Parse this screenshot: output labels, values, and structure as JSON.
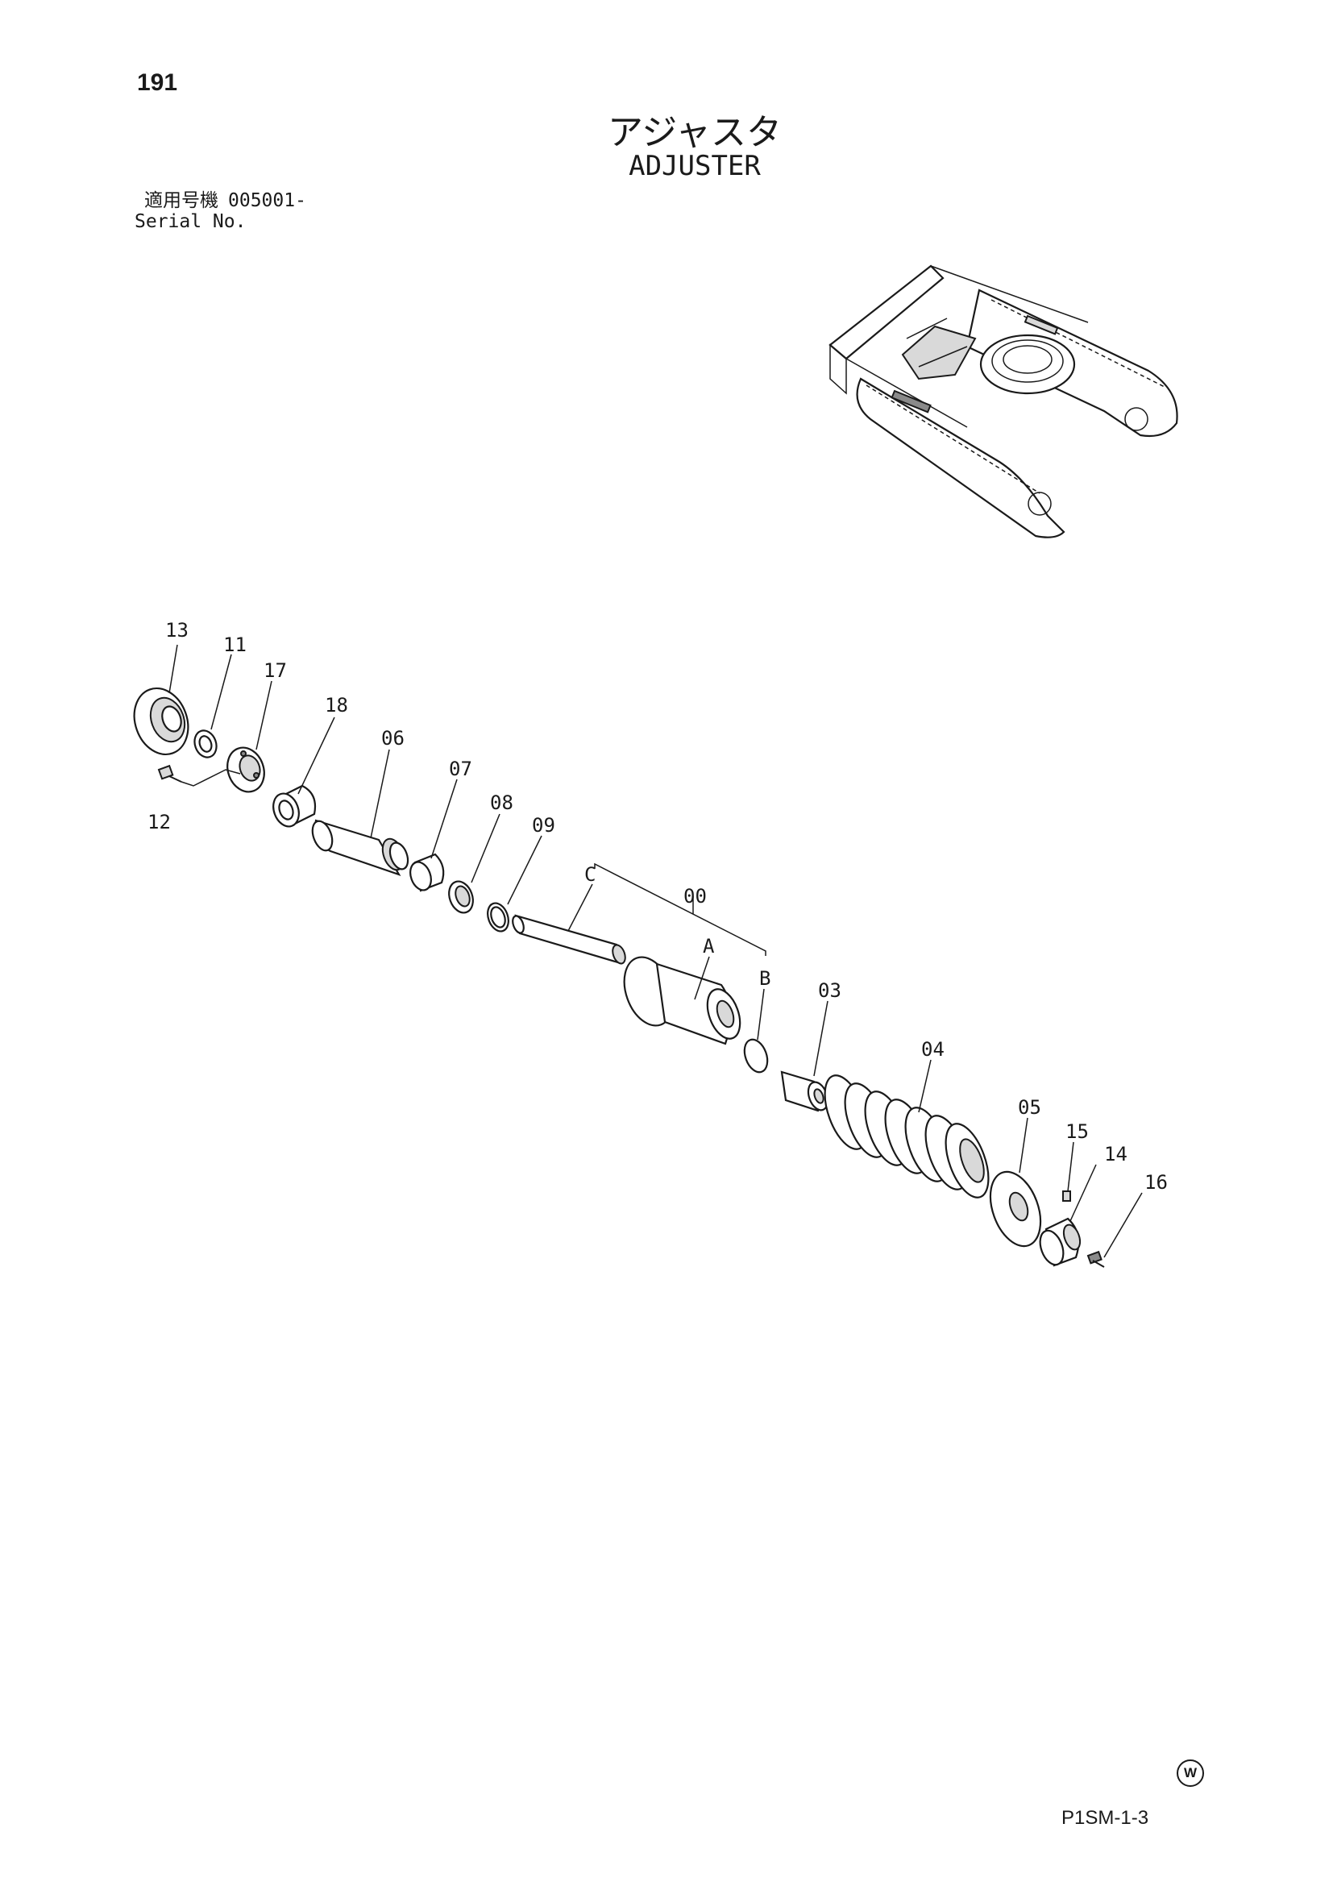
{
  "header": {
    "page_number": "191",
    "title_ja": "アジャスタ",
    "title_en": "ADJUSTER"
  },
  "serial": {
    "label_ja": "適用号機",
    "value": "005001-",
    "label_en": "Serial No."
  },
  "callouts": {
    "p13": "13",
    "p11": "11",
    "p17": "17",
    "p12": "12",
    "p18": "18",
    "p06": "06",
    "p07": "07",
    "p08": "08",
    "p09": "09",
    "pC": "C",
    "p00": "00",
    "pA": "A",
    "pB": "B",
    "p03": "03",
    "p04": "04",
    "p05": "05",
    "p15": "15",
    "p14": "14",
    "p16": "16"
  },
  "footer": {
    "watermark_mark": "W",
    "drawing_code": "P1SM-1-3"
  }
}
